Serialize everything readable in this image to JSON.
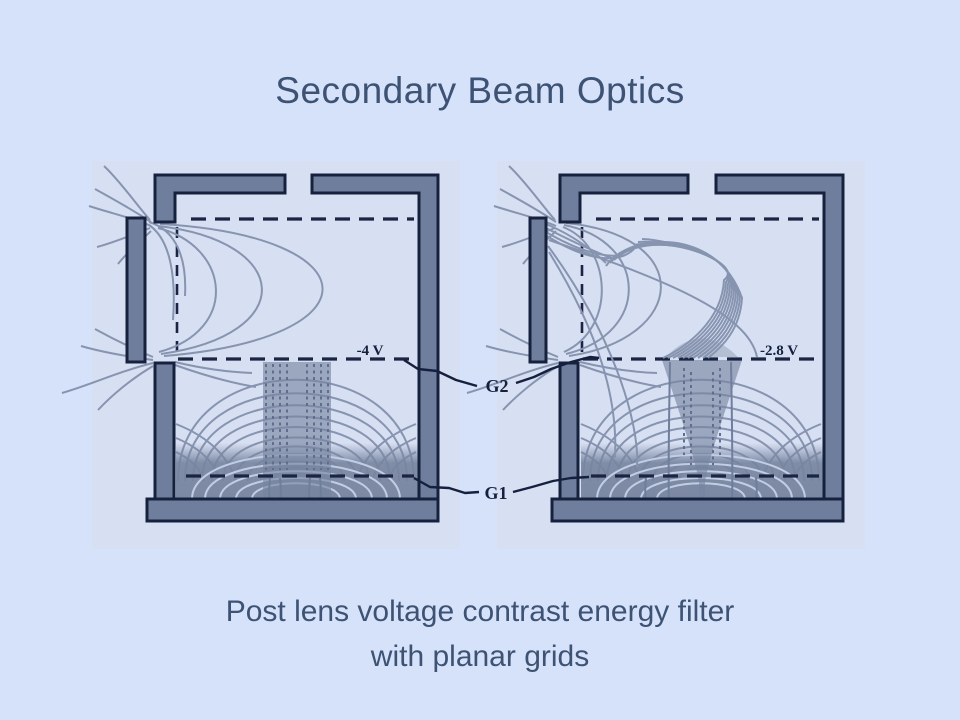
{
  "slide": {
    "title": "Secondary Beam Optics",
    "caption_line1": "Post lens voltage contrast energy filter",
    "caption_line2": "with planar grids"
  },
  "figure": {
    "left_diagram": {
      "voltage_label": "-4 V"
    },
    "right_diagram": {
      "voltage_label": "-2.8 V"
    },
    "grid_labels": {
      "g2": "G2",
      "g1": "G1"
    }
  },
  "colors": {
    "background": "#D5E2FA",
    "panel_background": "#D7DFF2",
    "electrode_fill": "#6F7E9C",
    "electrode_outline": "#16213E",
    "contour_line": "#8794B0",
    "annotation": "#14203E",
    "text": "#3E5274"
  }
}
